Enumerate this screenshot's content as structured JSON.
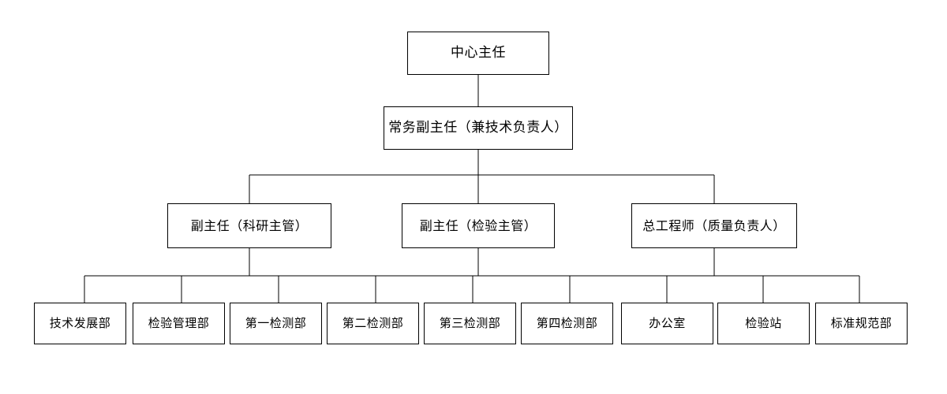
{
  "chart": {
    "type": "org-chart",
    "title": "",
    "orientation": "top-down",
    "background_color": "#ffffff",
    "line_color": "#000000",
    "box_fill": "#ffffff",
    "box_border_color": "#000000",
    "levels": [
      {
        "level": 1,
        "nodes": [
          {
            "id": "n1",
            "label": "中心主任"
          }
        ]
      },
      {
        "level": 2,
        "nodes": [
          {
            "id": "n2",
            "label": "常务副主任（兼技术负责人）"
          }
        ]
      },
      {
        "level": 3,
        "nodes": [
          {
            "id": "n3",
            "label": "副主任（科研主管）"
          },
          {
            "id": "n4",
            "label": "副主任（检验主管）"
          },
          {
            "id": "n5",
            "label": "总工程师（质量负责人）"
          }
        ]
      },
      {
        "level": 4,
        "nodes": [
          {
            "id": "n6",
            "label": "技术发展部"
          },
          {
            "id": "n7",
            "label": "检验管理部"
          },
          {
            "id": "n8",
            "label": "第一检测部"
          },
          {
            "id": "n9",
            "label": "第二检测部"
          },
          {
            "id": "n10",
            "label": "第三检测部"
          },
          {
            "id": "n11",
            "label": "第四检测部"
          },
          {
            "id": "n12",
            "label": "办公室"
          },
          {
            "id": "n13",
            "label": "检验站"
          },
          {
            "id": "n14",
            "label": "标准规范部"
          }
        ]
      }
    ],
    "edges": [
      {
        "from": "n1",
        "to": "n2"
      },
      {
        "from": "n2",
        "to": "n3"
      },
      {
        "from": "n2",
        "to": "n4"
      },
      {
        "from": "n2",
        "to": "n5"
      },
      {
        "from": "n3",
        "to": "bus-bottom"
      },
      {
        "from": "n4",
        "to": "bus-bottom"
      },
      {
        "from": "n5",
        "to": "bus-bottom"
      },
      {
        "from": "bus-bottom",
        "to": "n6"
      },
      {
        "from": "bus-bottom",
        "to": "n7"
      },
      {
        "from": "bus-bottom",
        "to": "n8"
      },
      {
        "from": "bus-bottom",
        "to": "n9"
      },
      {
        "from": "bus-bottom",
        "to": "n10"
      },
      {
        "from": "bus-bottom",
        "to": "n11"
      },
      {
        "from": "bus-bottom",
        "to": "n12"
      },
      {
        "from": "bus-bottom",
        "to": "n13"
      },
      {
        "from": "bus-bottom",
        "to": "n14"
      }
    ]
  }
}
